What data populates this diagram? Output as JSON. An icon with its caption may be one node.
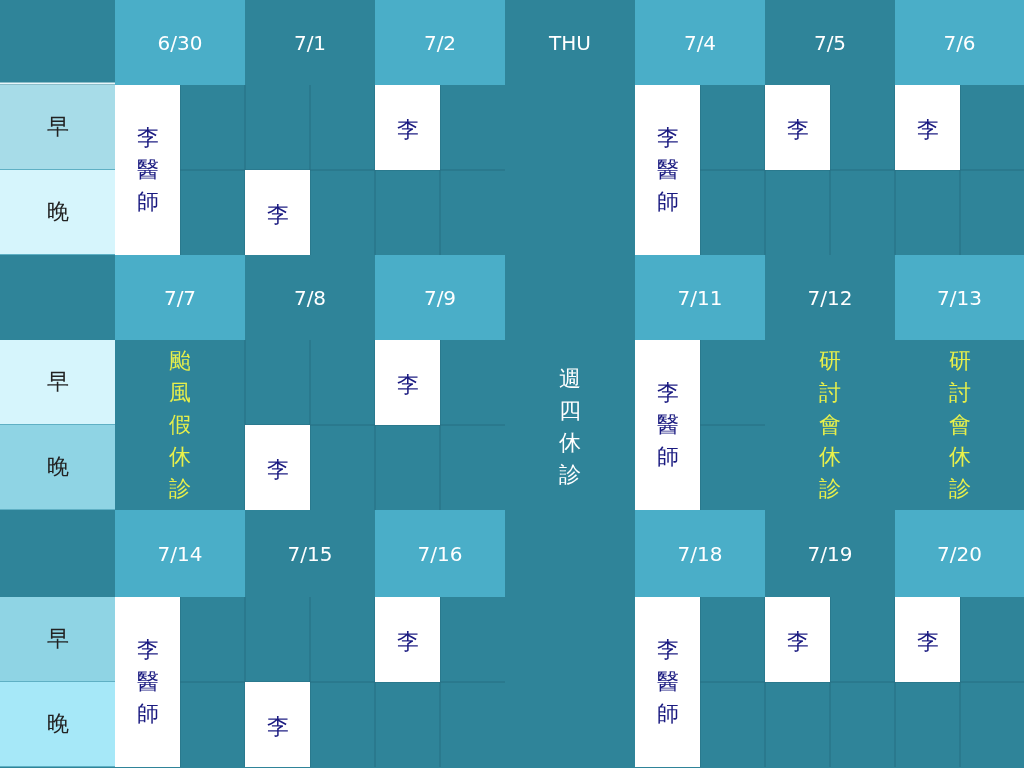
{
  "diagram": {
    "labels": [
      "6/30",
      "7/1",
      "7/2",
      "THU",
      "7/4",
      "7/5",
      "7/6",
      "早",
      "李醫師",
      "李",
      "李醫師",
      "李",
      "李",
      "晚",
      "李",
      "7/7",
      "7/8",
      "7/9",
      "7/11",
      "7/12",
      "7/13",
      "早",
      "颱風假休診",
      "李",
      "週四休診",
      "李醫師",
      "研討會休診",
      "研討會休診",
      "晚",
      "李",
      "7/14",
      "7/15",
      "7/16",
      "7/18",
      "7/19",
      "7/20",
      "早",
      "李醫師",
      "李",
      "李醫師",
      "李",
      "李",
      "晚",
      "李"
    ]
  }
}
